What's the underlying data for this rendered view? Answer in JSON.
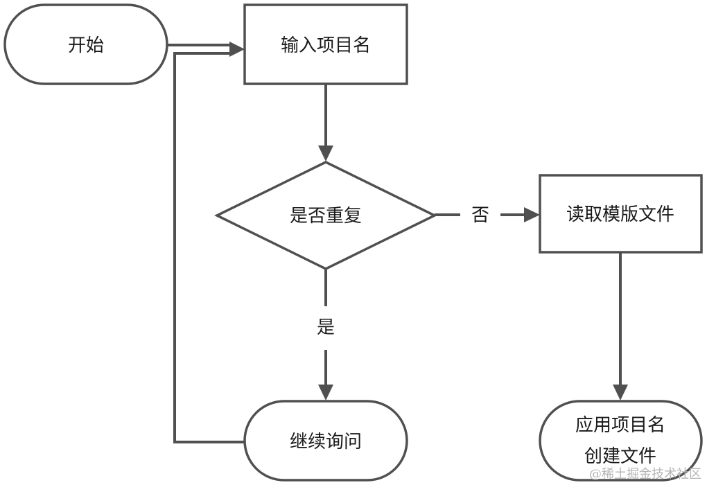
{
  "nodes": {
    "start": {
      "label": "开始"
    },
    "input_name": {
      "label": "输入项目名"
    },
    "is_duplicate": {
      "label": "是否重复"
    },
    "read_template": {
      "label": "读取模版文件"
    },
    "continue_ask": {
      "label": "继续询问"
    },
    "apply_name": {
      "line1": "应用项目名",
      "line2": "创建文件"
    }
  },
  "edges": {
    "no_label": "否",
    "yes_label": "是"
  },
  "watermark": "@稀土掘金技术社区",
  "colors": {
    "stroke": "#505050",
    "text": "#1a1a1a",
    "watermark": "#b4b4b4"
  }
}
